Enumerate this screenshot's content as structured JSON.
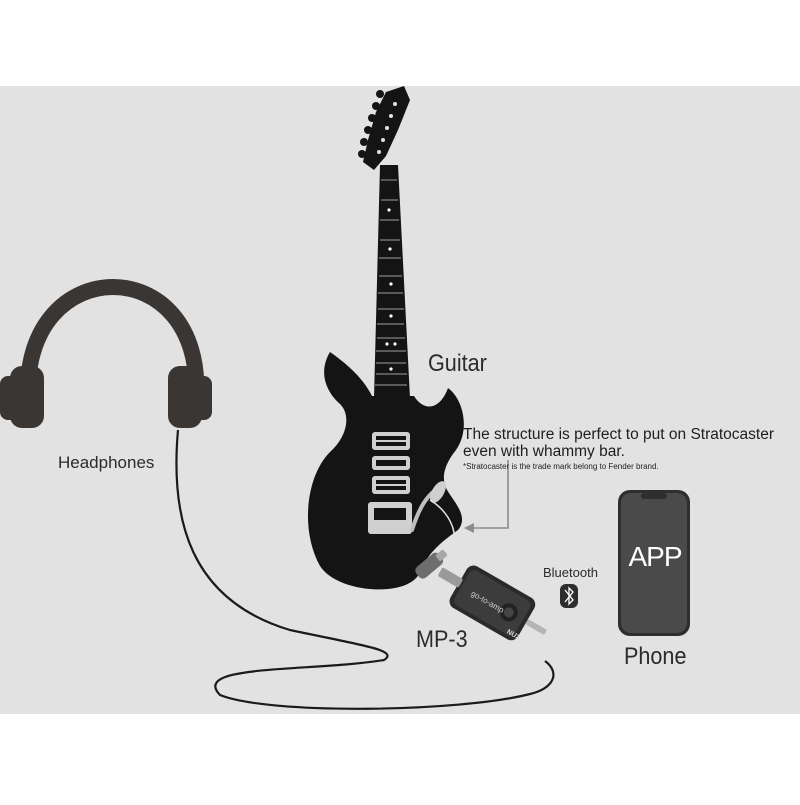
{
  "labels": {
    "guitar": "Guitar",
    "headphones": "Headphones",
    "mp3": "MP-3",
    "phone": "Phone",
    "bluetooth": "Bluetooth",
    "app": "APP"
  },
  "note": {
    "text": "The structure is perfect to put on Stratocaster even with whammy bar.",
    "footnote": "*Stratocaster is the trade mark belong to Fender brand."
  },
  "device": {
    "brand": "NUX",
    "engraving": "go-to-amp"
  },
  "colors": {
    "background": "#e2e2e2",
    "guitar": "#141414",
    "headphones": "#3a3634",
    "phone": "#4a4a4a",
    "cable": "#1a1a1a",
    "text": "#2b2b2b"
  },
  "icons": [
    "headphones-icon",
    "guitar-icon",
    "mp3-device-icon",
    "bluetooth-icon",
    "phone-icon",
    "pointer-arrow-icon"
  ]
}
